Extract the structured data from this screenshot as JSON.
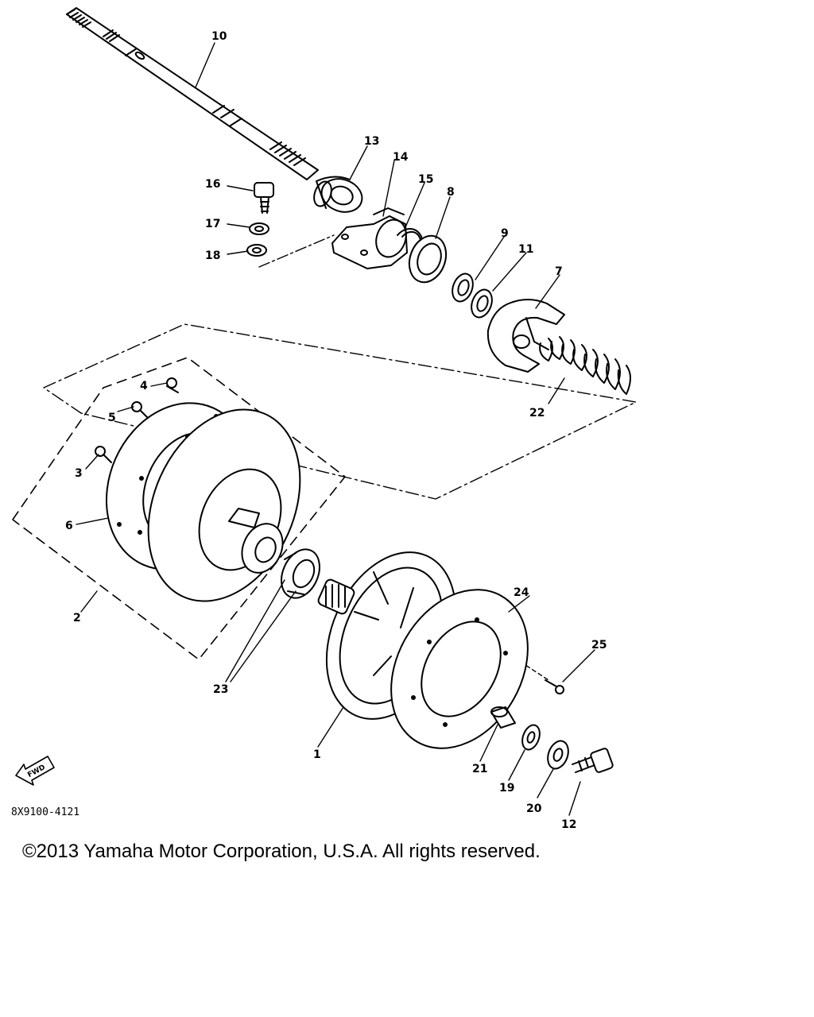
{
  "labels": [
    "10",
    "13",
    "14",
    "15",
    "8",
    "16",
    "17",
    "18",
    "9",
    "11",
    "7",
    "22",
    "4",
    "5",
    "3",
    "6",
    "2",
    "23",
    "24",
    "25",
    "1",
    "21",
    "19",
    "20",
    "12"
  ],
  "fwd_text": "FWD",
  "drawing_code": "8X9100-4121",
  "copyright": "©2013 Yamaha Motor Corporation, U.S.A. All rights reserved."
}
